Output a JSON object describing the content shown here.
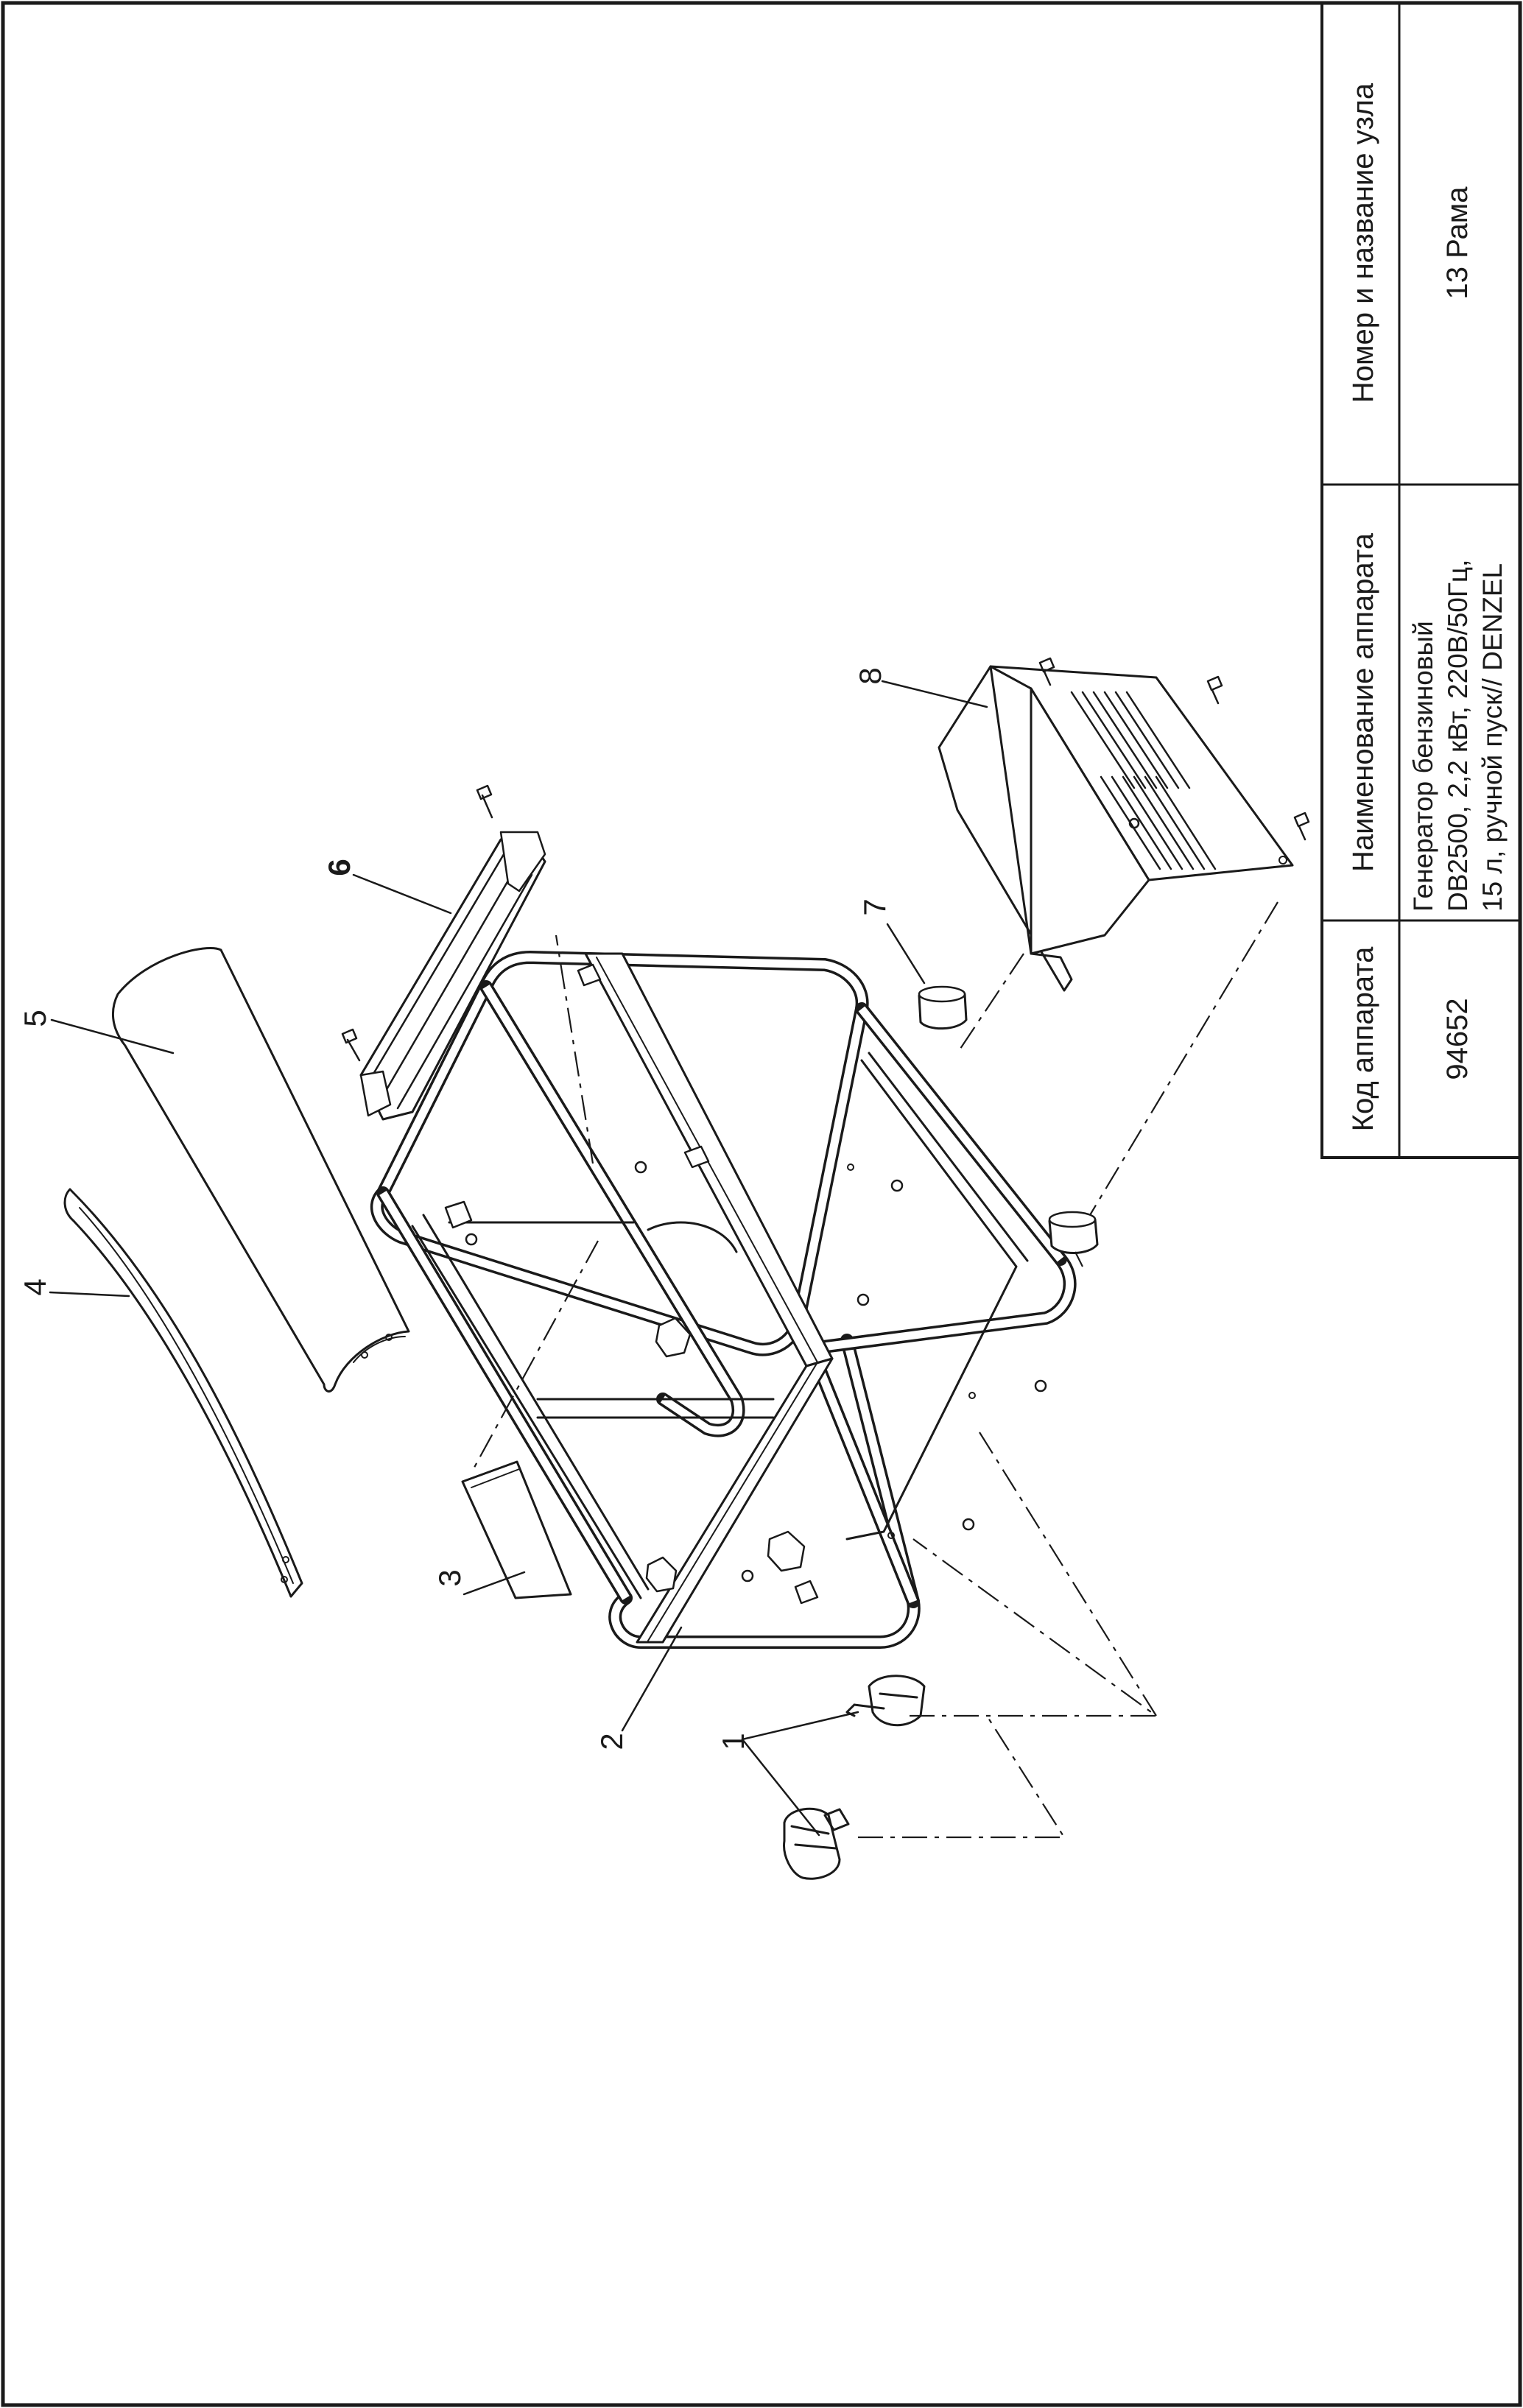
{
  "title_block": {
    "code_header": "Код аппарата",
    "code_value": "94652",
    "name_header": "Наименование аппарата",
    "name_lines": [
      "Генератор бензиновый",
      "DB2500, 2,2 кВт, 220В/50Гц,",
      "15 л, ручной пуск// DENZEL"
    ],
    "node_header": "Номер и название узла",
    "node_value": "13 Рама"
  },
  "callouts": {
    "c1": "1",
    "c2": "2",
    "c3": "3",
    "c4": "4",
    "c5": "5",
    "c6": "6",
    "c7": "7",
    "c8": "8"
  },
  "colors": {
    "ink": "#1a1a1a",
    "paper": "#ffffff"
  }
}
